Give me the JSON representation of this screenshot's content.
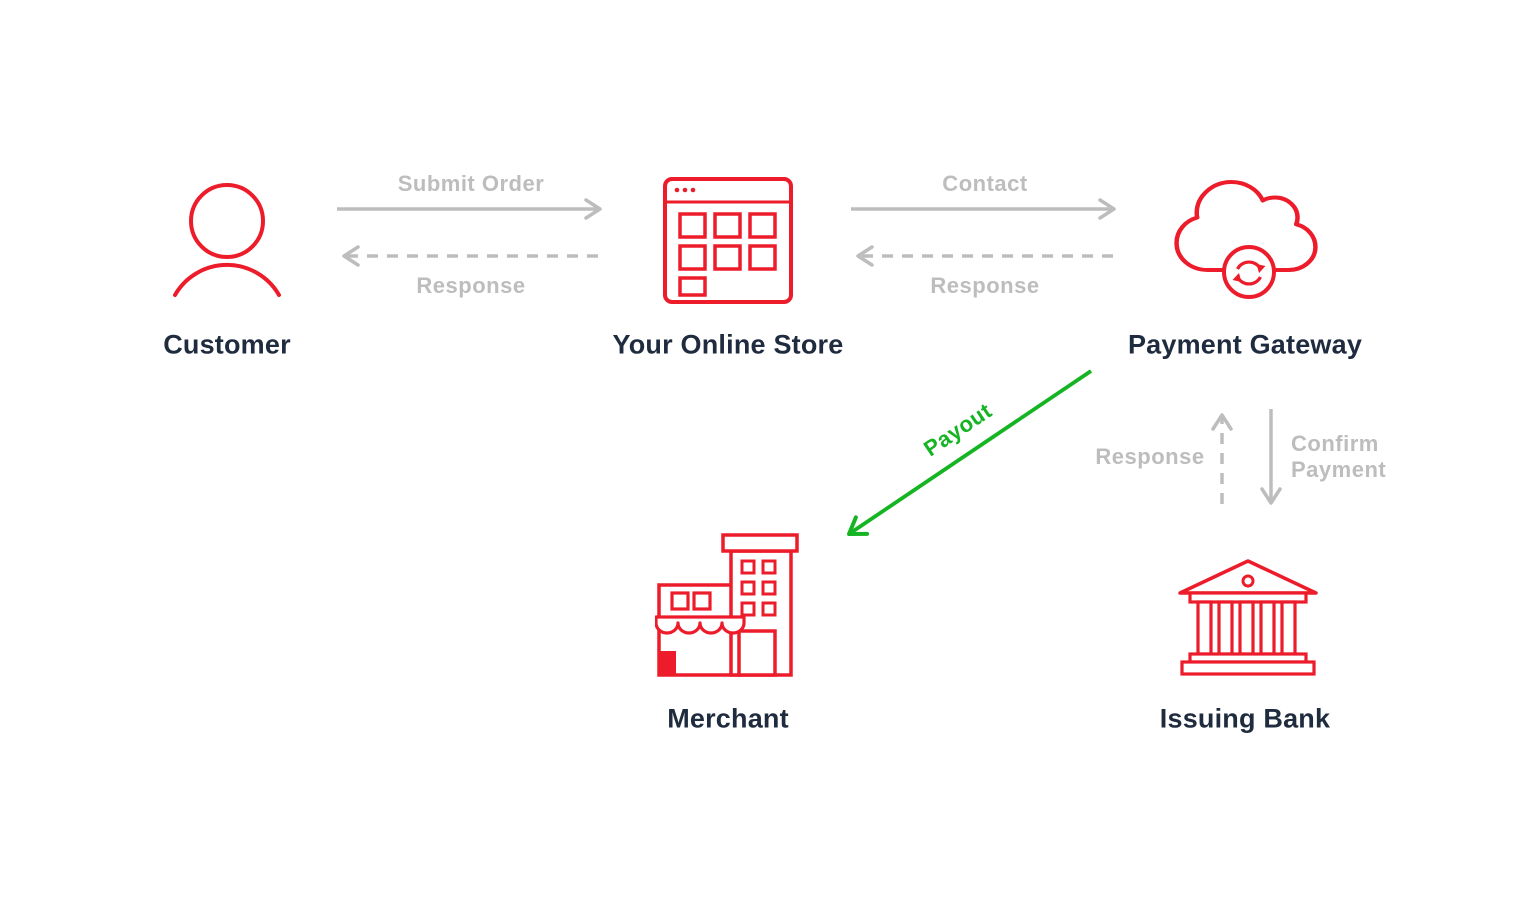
{
  "nodes": {
    "customer": {
      "label": "Customer",
      "icon": "person-icon"
    },
    "store": {
      "label": "Your Online Store",
      "icon": "browser-storefront-icon"
    },
    "gateway": {
      "label": "Payment Gateway",
      "icon": "cloud-sync-icon"
    },
    "merchant": {
      "label": "Merchant",
      "icon": "shop-building-icon"
    },
    "bank": {
      "label": "Issuing Bank",
      "icon": "bank-icon"
    }
  },
  "edges": {
    "submit_order": {
      "label": "Submit Order",
      "from": "customer",
      "to": "store",
      "style": "solid",
      "color": "#bdbdbd"
    },
    "store_response": {
      "label": "Response",
      "from": "store",
      "to": "customer",
      "style": "dashed",
      "color": "#bdbdbd"
    },
    "contact": {
      "label": "Contact",
      "from": "store",
      "to": "gateway",
      "style": "solid",
      "color": "#bdbdbd"
    },
    "gateway_response": {
      "label": "Response",
      "from": "gateway",
      "to": "store",
      "style": "dashed",
      "color": "#bdbdbd"
    },
    "payout": {
      "label": "Payout",
      "from": "gateway",
      "to": "merchant",
      "style": "solid",
      "color": "#15b422"
    },
    "bank_response": {
      "label": "Response",
      "from": "bank",
      "to": "gateway",
      "style": "dashed",
      "color": "#bdbdbd"
    },
    "confirm_payment": {
      "label": "Confirm Payment",
      "from": "gateway",
      "to": "bank",
      "style": "solid",
      "color": "#bdbdbd"
    }
  },
  "colors": {
    "icon_red": "#ed1c2b",
    "arrow_gray": "#bdbdbd",
    "payout_green": "#15b422",
    "label_navy": "#1f2b3e",
    "background": "#ffffff"
  }
}
